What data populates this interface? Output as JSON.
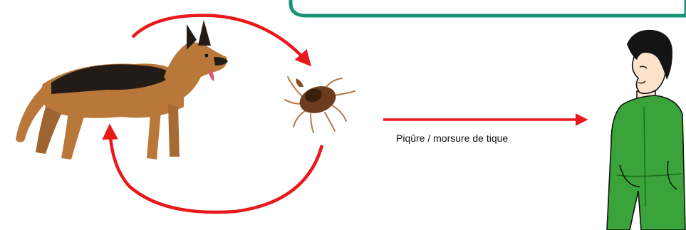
{
  "diagram": {
    "caption": "Piqûre / morsure de tique",
    "colors": {
      "arrow": "#e8181b",
      "banner_fill": "#ffffff",
      "banner_border": "#169473",
      "suit": "#3aa43a",
      "suit_dark": "#1d6b1d",
      "hair": "#141414",
      "skin": "#fbe2cd",
      "dog_tan": "#b9773a",
      "dog_black": "#231b16",
      "tick_body": "#6d3b1d",
      "tick_legs": "#b8794a"
    },
    "nodes": [
      {
        "id": "dog",
        "kind": "photo",
        "icon": "german-shepherd-dog"
      },
      {
        "id": "tick",
        "kind": "photo",
        "icon": "tick"
      },
      {
        "id": "person",
        "kind": "illustration",
        "icon": "man-in-green-overalls"
      }
    ],
    "edges": [
      {
        "from": "dog",
        "to": "tick",
        "style": "curved-arrow"
      },
      {
        "from": "tick",
        "to": "dog",
        "style": "curved-arrow"
      },
      {
        "from": "tick",
        "to": "person",
        "style": "straight-arrow"
      }
    ]
  }
}
